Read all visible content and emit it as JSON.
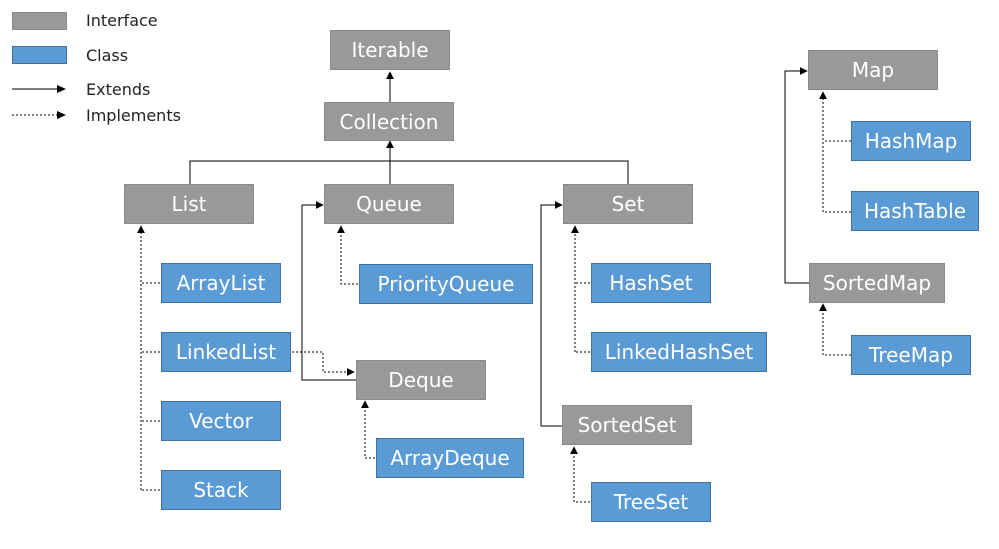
{
  "legend": {
    "interface": "Interface",
    "class": "Class",
    "extends": "Extends",
    "implements": "Implements"
  },
  "colors": {
    "interface": "#999999",
    "class": "#5b9bd5",
    "line": "#000000"
  },
  "nodes": {
    "iterable": "Iterable",
    "collection": "Collection",
    "list": "List",
    "queue": "Queue",
    "set": "Set",
    "arraylist": "ArrayList",
    "linkedlist": "LinkedList",
    "vector": "Vector",
    "stack": "Stack",
    "priorityqueue": "PriorityQueue",
    "deque": "Deque",
    "arraydeque": "ArrayDeque",
    "hashset": "HashSet",
    "linkedhashset": "LinkedHashSet",
    "sortedset": "SortedSet",
    "treeset": "TreeSet",
    "map": "Map",
    "hashmap": "HashMap",
    "hashtable": "HashTable",
    "sortedmap": "SortedMap",
    "treemap": "TreeMap"
  }
}
